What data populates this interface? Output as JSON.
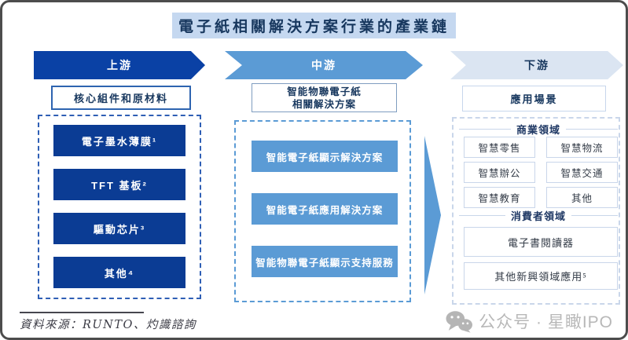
{
  "title": "電子紙相關解決方案行業的產業鏈",
  "upstream": {
    "header": "上游",
    "subheader": "核心組件和原材料",
    "items": [
      "電子墨水薄膜¹",
      "TFT 基板²",
      "驅動芯片³",
      "其他⁴"
    ]
  },
  "midstream": {
    "header": "中游",
    "subheader_line1": "智能物聯電子紙",
    "subheader_line2": "相關解決方案",
    "items": [
      "智能電子紙顯示解決方案",
      "智能電子紙應用解決方案",
      "智能物聯電子紙顯示支持服務"
    ]
  },
  "downstream": {
    "header": "下游",
    "subheader": "應用場景",
    "business": {
      "label": "商業領域",
      "items": [
        "智慧零售",
        "智慧物流",
        "智慧辦公",
        "智慧交通",
        "智慧教育",
        "其他"
      ]
    },
    "consumer": {
      "label": "消費者領域",
      "items": [
        "電子書閱讀器",
        "其他新興領域應用⁵"
      ]
    }
  },
  "footer": {
    "source": "資料來源：RUNTO、灼識諮詢"
  },
  "watermark": {
    "icon": "wechat-icon",
    "text": "公众号 · 星瞰IPO"
  },
  "colors": {
    "dark_blue_arrow": "#0a41a5",
    "dark_blue_box": "#0b3c94",
    "mid_blue": "#5b9bd5",
    "light_blue_arrow": "#dbe5f2",
    "title_highlight": "#c5d8f0",
    "navy_text": "#17375e",
    "dashed_upstream": "#2f5fb5",
    "dashed_midstream": "#5b9bd5",
    "dashed_downstream": "#c9d6ea",
    "watermark_grey": "#b8b8b8"
  }
}
